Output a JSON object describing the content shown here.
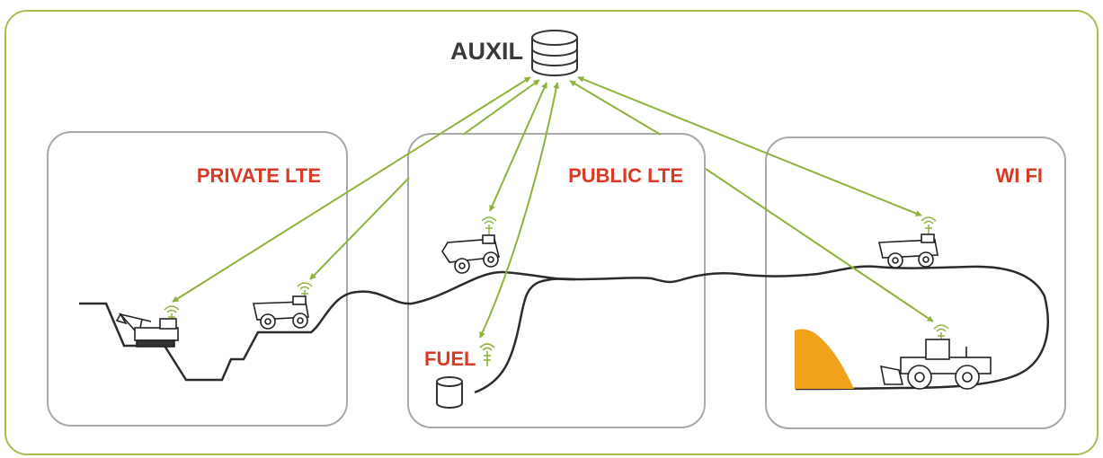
{
  "hub": {
    "label": "AUXIL",
    "icon": "database-icon"
  },
  "zones": [
    {
      "id": "private-lte",
      "label": "PRIVATE LTE"
    },
    {
      "id": "public-lte",
      "label": "PUBLIC LTE"
    },
    {
      "id": "wifi",
      "label": "WI FI"
    }
  ],
  "fuel_station": {
    "label": "FUEL",
    "icon": "fuel-tank-icon"
  },
  "colors": {
    "accent_green": "#8db33a",
    "zone_label_red": "#d93a26",
    "zone_border": "#a9a9a9",
    "outer_border": "#a6be4e",
    "text_dark": "#3a3a3a",
    "stockpile_orange": "#f0a21c",
    "terrain_line": "#2b2b2b"
  },
  "vehicles": [
    {
      "zone": "private-lte",
      "type": "excavator-icon"
    },
    {
      "zone": "private-lte",
      "type": "haul-truck-icon"
    },
    {
      "zone": "public-lte",
      "type": "haul-truck-icon"
    },
    {
      "zone": "wifi",
      "type": "haul-truck-icon"
    },
    {
      "zone": "wifi",
      "type": "wheel-loader-icon"
    }
  ]
}
